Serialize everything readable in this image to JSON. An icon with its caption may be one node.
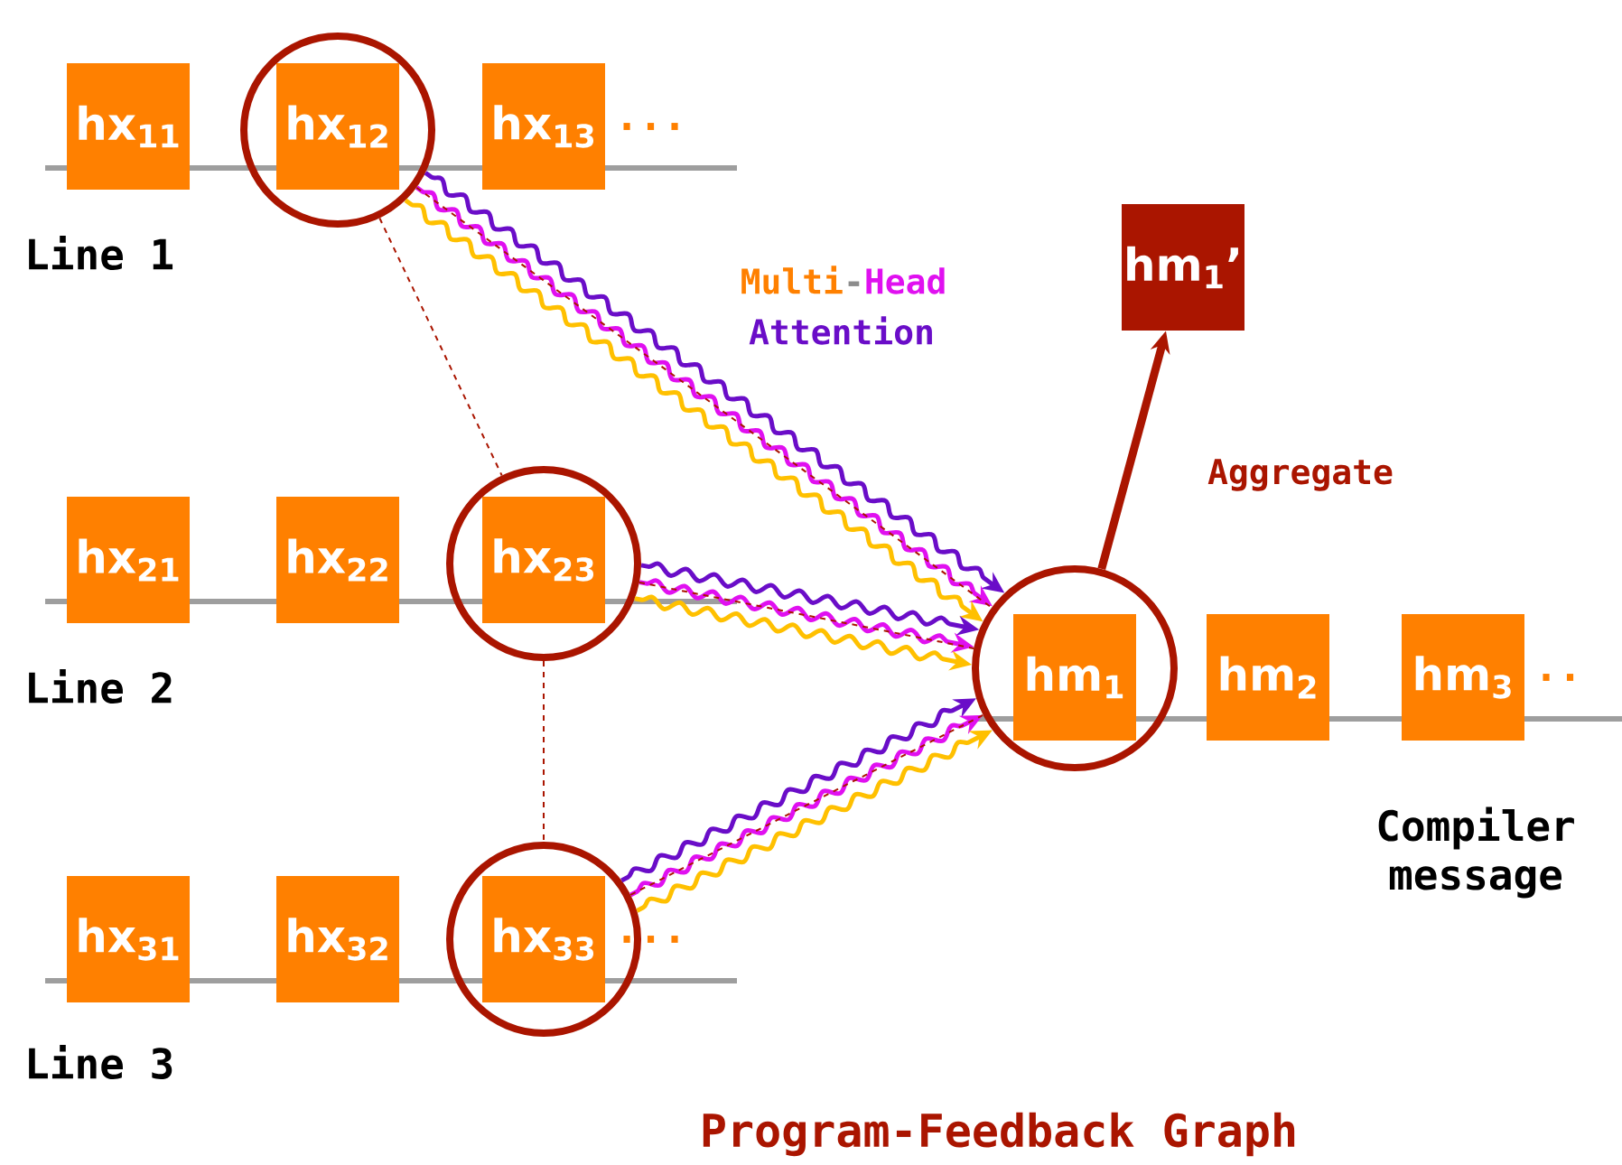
{
  "diagram": {
    "caption": "Program-Feedback Graph",
    "nodes": [
      {
        "text": [
          "hx$_{11}$"
        ]
      },
      {
        "text": [],
        "shape": "circle"
      },
      {
        "text": [
          "hx$_{12}$"
        ],
        "in": 1
      },
      {
        "text": [
          "hx$_{13}$"
        ],
        "beside": [
          "..."
        ]
      },
      {
        "text": [
          "hx$_{21}$"
        ]
      },
      {
        "text": [
          "hx$_{22}$"
        ]
      },
      {
        "text": [],
        "shape": "circle"
      },
      {
        "text": [
          "hx$_{23}$"
        ],
        "in": 6
      },
      {
        "text": [
          "hx$_{31}$"
        ]
      },
      {
        "text": [
          "hx$_{32}$"
        ]
      },
      {
        "text": [],
        "shape": "circle"
      },
      {
        "text": [
          "hx$_{33}$"
        ],
        "in": 10,
        "beside": [
          "..."
        ]
      },
      {
        "text": [],
        "shape": "circle"
      },
      {
        "text": [
          "hm$_{1}$"
        ],
        "in": 12
      },
      {
        "text": [
          "hm$_{2}$"
        ]
      },
      {
        "text": [
          "hm$_{3}$"
        ],
        "beside": [
          ".."
        ]
      },
      {
        "text": [
          "hm$_{1}$’"
        ]
      }
    ],
    "edges": [
      {
        "from": 1,
        "to": 12,
        "arrow": "to",
        "color": "#6a0dc8"
      },
      {
        "from": 1,
        "to": 12,
        "arrow": "to",
        "color": "#e010f0"
      },
      {
        "from": 1,
        "to": 12,
        "arrow": "to",
        "color": "#ffc000"
      },
      {
        "from": 1,
        "to": 12,
        "arrow": "none",
        "style": "dashed",
        "color": "#aa1500"
      },
      {
        "from": 6,
        "to": 12,
        "arrow": "to",
        "color": "#6a0dc8"
      },
      {
        "from": 6,
        "to": 12,
        "arrow": "to",
        "color": "#e010f0"
      },
      {
        "from": 6,
        "to": 12,
        "arrow": "to",
        "color": "#ffc000"
      },
      {
        "from": 6,
        "to": 12,
        "arrow": "none",
        "style": "dashed",
        "color": "#aa1500"
      },
      {
        "from": 10,
        "to": 12,
        "arrow": "to",
        "color": "#6a0dc8"
      },
      {
        "from": 10,
        "to": 12,
        "arrow": "to",
        "color": "#e010f0"
      },
      {
        "from": 10,
        "to": 12,
        "arrow": "to",
        "color": "#ffc000"
      },
      {
        "from": 10,
        "to": 12,
        "arrow": "none",
        "style": "dashed",
        "color": "#aa1500"
      },
      {
        "from": 1,
        "to": 6,
        "arrow": "none",
        "style": "dashed",
        "color": "#aa1500"
      },
      {
        "from": 6,
        "to": 10,
        "arrow": "none",
        "style": "dashed",
        "color": "#aa1500"
      },
      {
        "from": 12,
        "to": 16,
        "arrow": "to",
        "label": "Aggregate",
        "style": "thick",
        "color": "#aa1500"
      }
    ],
    "labels": [
      "Line 1",
      "Multi",
      "-",
      "Head",
      "Attention",
      "Line 2",
      "Compiler message",
      "Line 3"
    ]
  }
}
